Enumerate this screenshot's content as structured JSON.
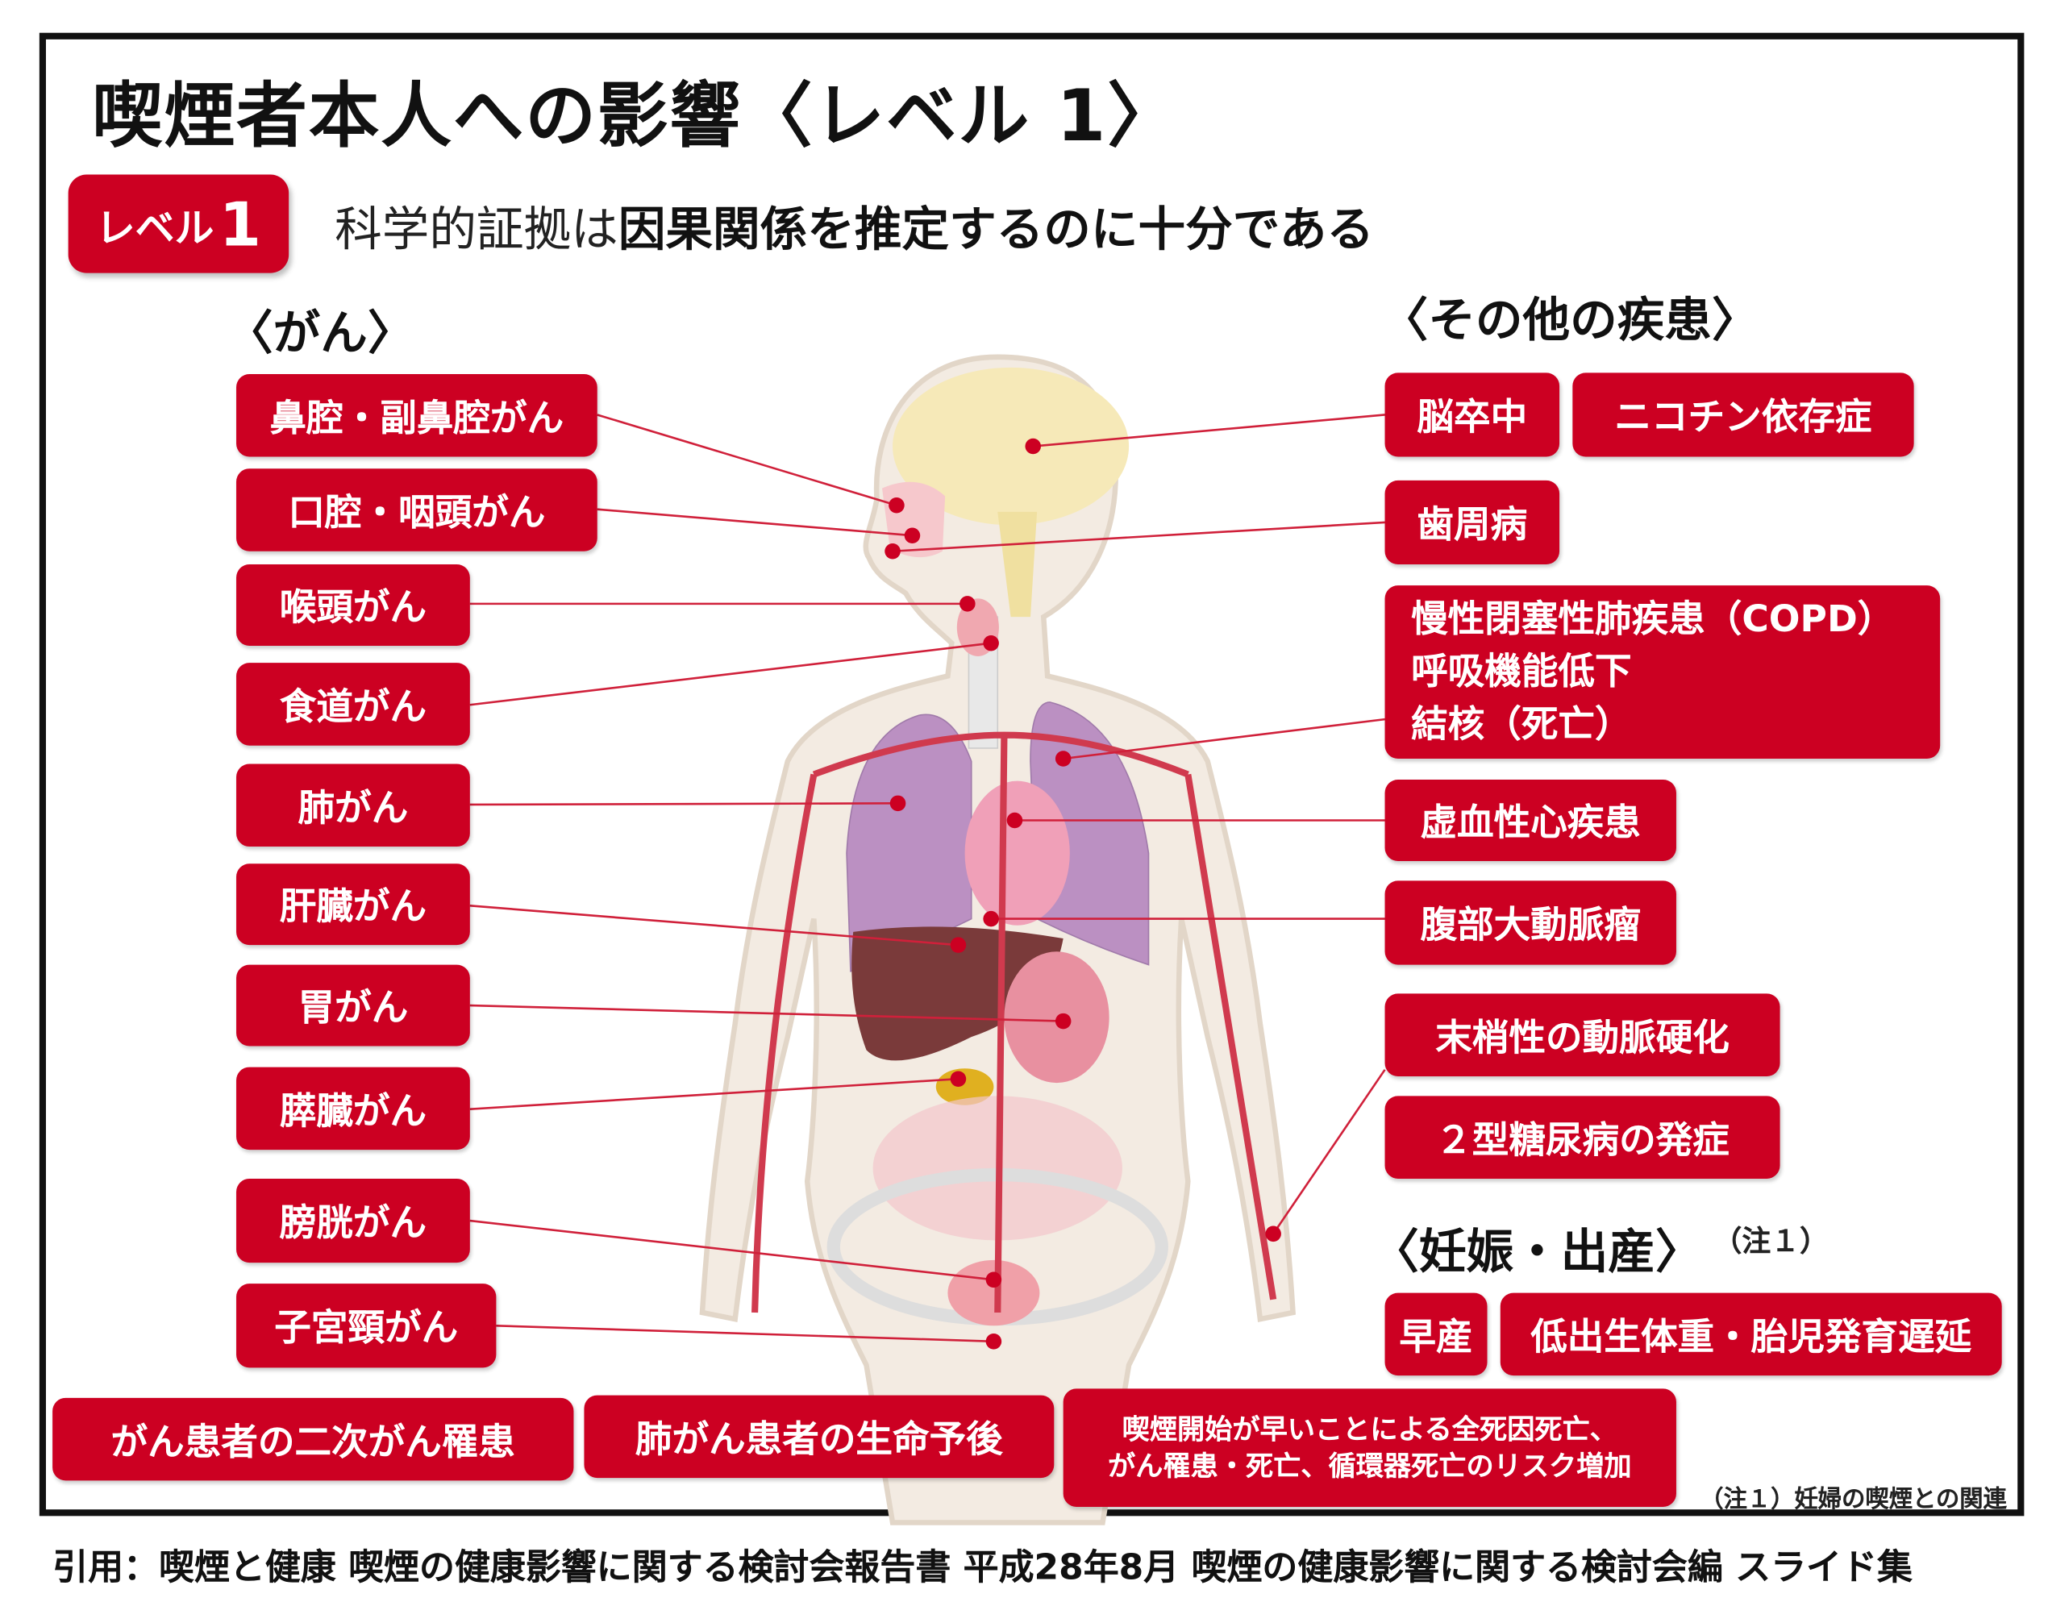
{
  "title": "喫煙者本人への影響〈レベル 1〉",
  "level_badge": {
    "label": "レベル",
    "number": "1"
  },
  "subtitle": {
    "plain": "科学的証拠は",
    "bold": "因果関係を推定するのに十分である"
  },
  "cancer": {
    "header": "〈がん〉",
    "items": [
      "鼻腔・副鼻腔がん",
      "口腔・咽頭がん",
      "喉頭がん",
      "食道がん",
      "肺がん",
      "肝臓がん",
      "胃がん",
      "膵臓がん",
      "膀胱がん",
      "子宮頸がん"
    ]
  },
  "other_diseases": {
    "header": "〈その他の疾患〉",
    "items": [
      "脳卒中",
      "ニコチン依存症",
      "歯周病"
    ],
    "copd_lines": [
      "慢性閉塞性肺疾患（COPD）",
      "呼吸機能低下",
      "結核（死亡）"
    ],
    "items2": [
      "虚血性心疾患",
      "腹部大動脈瘤",
      "末梢性の動脈硬化",
      "２型糖尿病の発症"
    ]
  },
  "pregnancy": {
    "header": "〈妊娠・出産〉",
    "note_ref": "（注１）",
    "items": [
      "早産",
      "低出生体重・胎児発育遅延"
    ]
  },
  "bottom": {
    "items": [
      "がん患者の二次がん罹患",
      "肺がん患者の生命予後"
    ],
    "early_lines": [
      "喫煙開始が早いことによる全死因死亡、",
      "がん罹患・死亡、循環器死亡のリスク増加"
    ]
  },
  "footnote": "（注１）妊婦の喫煙との関連",
  "citation": "引用：喫煙と健康 喫煙の健康影響に関する検討会報告書 平成28年8月 喫煙の健康影響に関する検討会編 スライド集",
  "colors": {
    "accent": "#cc0022",
    "line": "#d0203a"
  }
}
